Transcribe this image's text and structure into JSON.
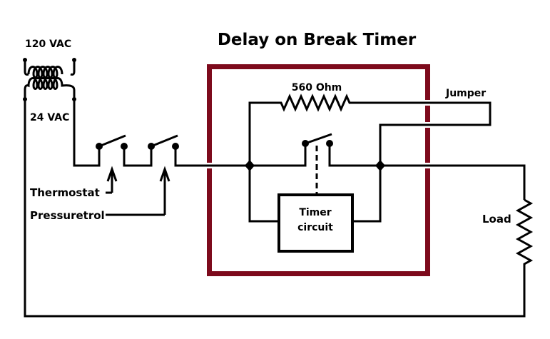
{
  "title": "Delay on Break Timer",
  "labels": {
    "primary_voltage": "120 VAC",
    "secondary_voltage": "24 VAC",
    "thermostat": "Thermostat",
    "pressuretrol": "Pressuretrol",
    "resistor": "560 Ohm",
    "jumper": "Jumper",
    "timer_line1": "Timer",
    "timer_line2": "circuit",
    "load": "Load"
  },
  "colors": {
    "enclosure": "#7d0a1c",
    "wire": "#000000"
  }
}
